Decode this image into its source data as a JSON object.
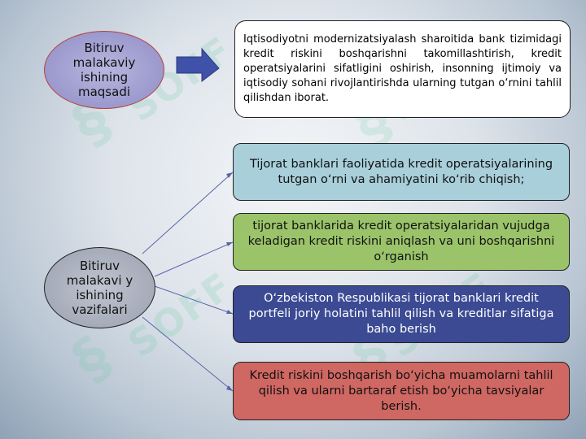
{
  "goal": {
    "label": "Bitiruv malakaviy ishining maqsadi",
    "text": "Iqtisodiyotni modernizatsiyalash sharoitida bank tizimidagi kredit riskini boshqarishni takomillashtirish, kredit operatsiyalarini sifatligini oshirish, insonning ijtimoiy va iqtisodiy sohani rivojlantirishda ularning tutgan o‘rnini tahlil qilishdan iborat."
  },
  "tasks": {
    "label": "Bitiruv malakavi y ishining vazifalari",
    "items": [
      "Tijorat banklari faoliyatida kredit operatsiyalarining tutgan o‘rni va ahamiyatini ko‘rib chiqish;",
      "tijorat banklarida kredit operatsiyalaridan vujudga keladigan kredit riskini aniqlash va uni boshqarishni o‘rganish",
      "O‘zbekiston Respublikasi tijorat banklari kredit portfeli joriy holatini tahlil qilish va kreditlar sifatiga baho berish",
      "Kredit riskini boshqarish bo‘yicha muamolarni tahlil qilish va ularni bartaraf etish bo‘yicha tavsiyalar berish."
    ]
  },
  "watermark": "SOFF",
  "colors": {
    "goal_ellipse": "#8e8cc6",
    "arrow": "#3f51a8",
    "task1": "#a8cfda",
    "task2": "#9bc46a",
    "task3": "#3b4a93",
    "task4": "#cf6762"
  }
}
